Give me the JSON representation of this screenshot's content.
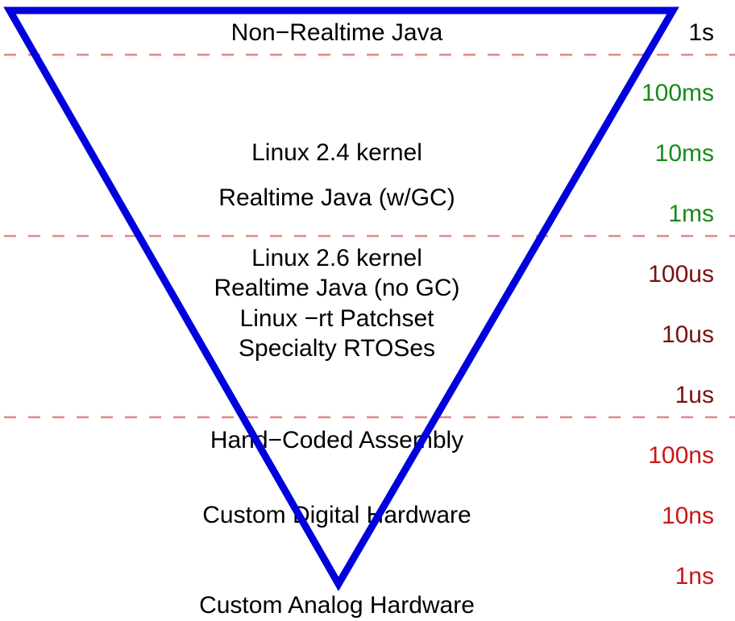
{
  "title": "Latency hierarchy of realtime technologies",
  "colors": {
    "triangle": "#0000dd",
    "divider": "#e08888",
    "seconds": "#000000",
    "milliseconds": "#1a8a1a",
    "microseconds": "#7a1010",
    "nanoseconds": "#c81818",
    "label": "#000000"
  },
  "technologies": [
    "Non−Realtime Java",
    "Linux 2.4 kernel",
    "Realtime Java (w/GC)",
    "Linux 2.6 kernel",
    "Realtime Java (no GC)",
    "Linux −rt Patchset",
    "Specialty RTOSes",
    "Hand−Coded Assembly",
    "Custom Digital Hardware",
    "Custom Analog Hardware"
  ],
  "timescale": [
    {
      "label": "1s",
      "unit": "seconds"
    },
    {
      "label": "100ms",
      "unit": "milliseconds"
    },
    {
      "label": "10ms",
      "unit": "milliseconds"
    },
    {
      "label": "1ms",
      "unit": "milliseconds"
    },
    {
      "label": "100us",
      "unit": "microseconds"
    },
    {
      "label": "10us",
      "unit": "microseconds"
    },
    {
      "label": "1us",
      "unit": "microseconds"
    },
    {
      "label": "100ns",
      "unit": "nanoseconds"
    },
    {
      "label": "10ns",
      "unit": "nanoseconds"
    },
    {
      "label": "1ns",
      "unit": "nanoseconds"
    }
  ]
}
